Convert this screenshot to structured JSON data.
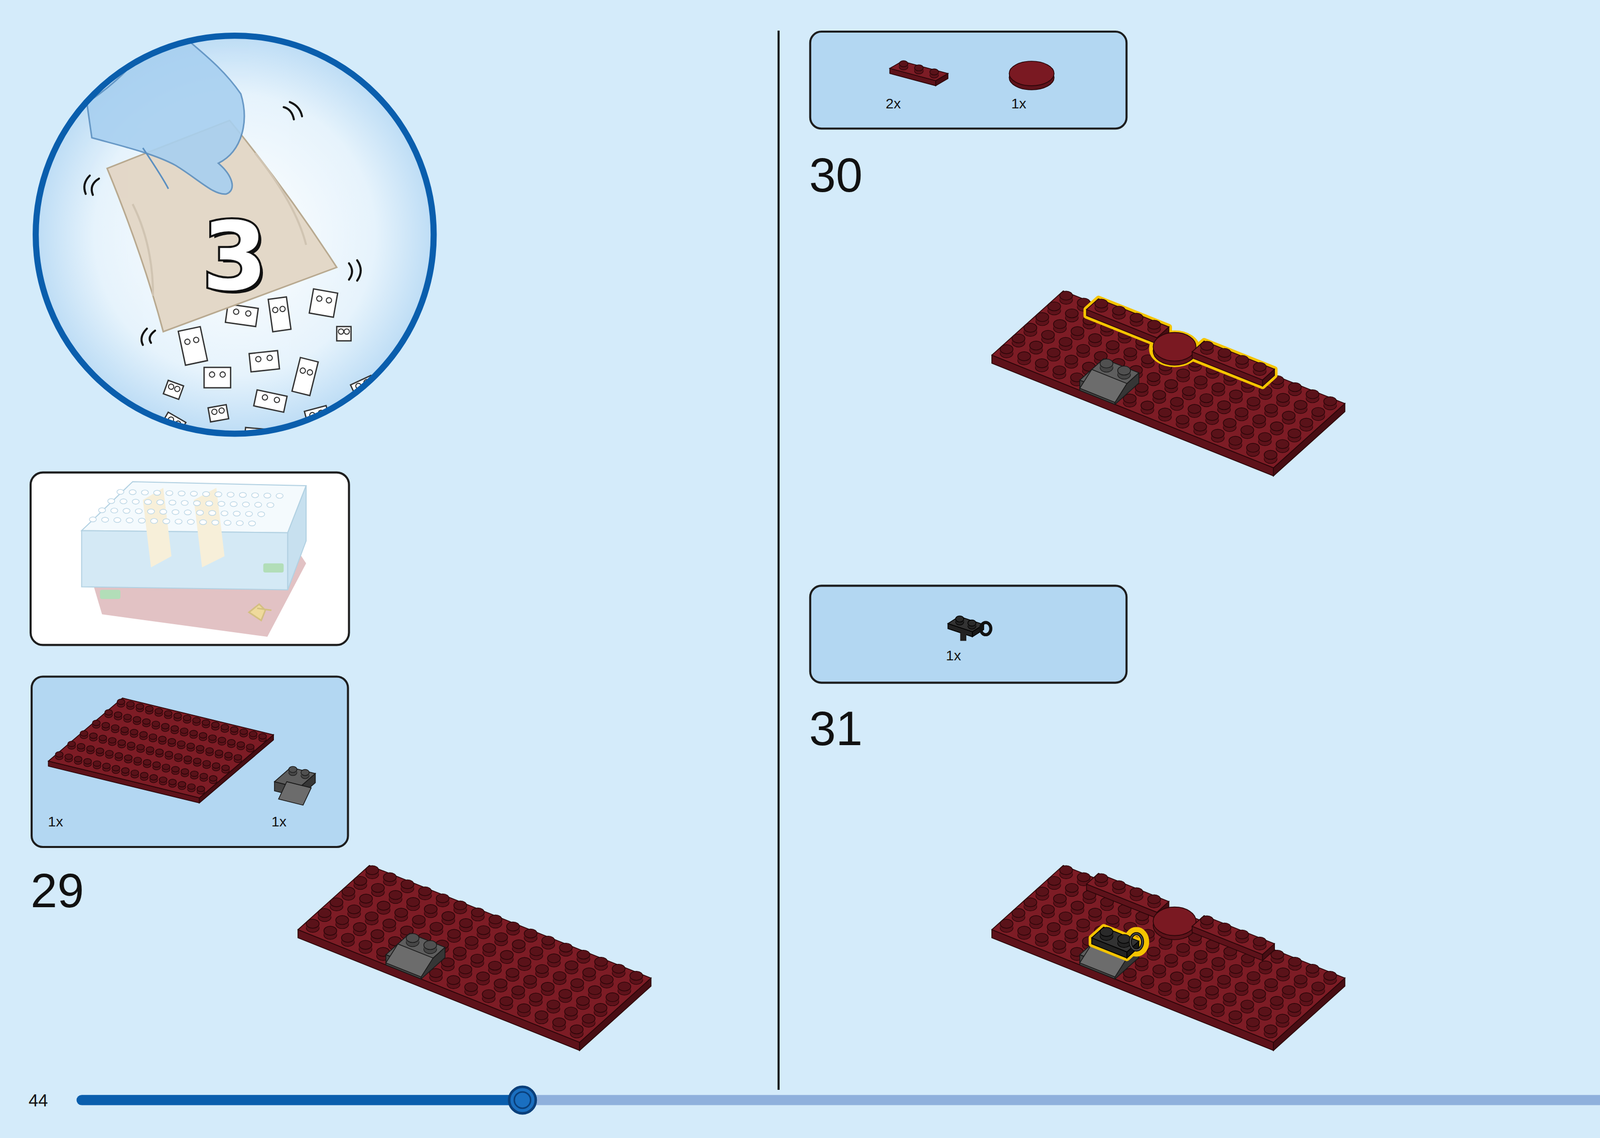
{
  "diagram": {
    "nodes": [
      {
        "text": [
          "3"
        ]
      },
      {
        "text": [
          "1x",
          "1x"
        ]
      },
      {
        "text": [
          "2x",
          "1x"
        ]
      },
      {
        "text": [
          "1x"
        ]
      }
    ],
    "labels": [
      "29",
      "30",
      "31",
      "44"
    ]
  }
}
